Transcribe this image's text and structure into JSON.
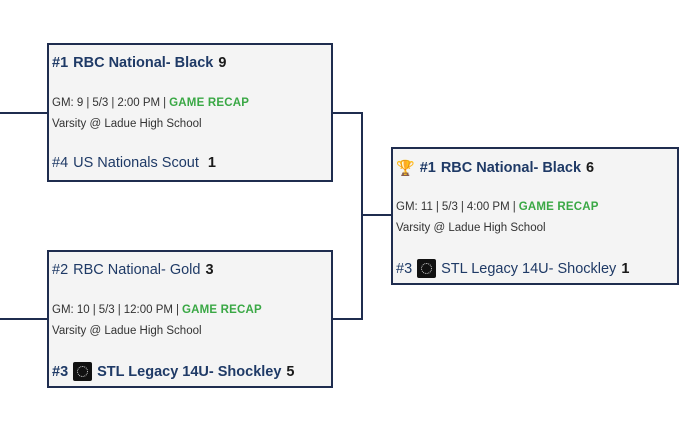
{
  "games": [
    {
      "top": {
        "seed": "#1",
        "name": "RBC National- Black",
        "score": "9"
      },
      "info": {
        "gm": "GM: 9",
        "date": "5/3",
        "time": "2:00 PM",
        "recap": "GAME RECAP",
        "location": "Varsity @ Ladue High School"
      },
      "bottom": {
        "seed": "#4",
        "name": "US Nationals Scout",
        "score": "1"
      }
    },
    {
      "top": {
        "seed": "#2",
        "name": "RBC National- Gold",
        "score": "3"
      },
      "info": {
        "gm": "GM: 10",
        "date": "5/3",
        "time": "12:00 PM",
        "recap": "GAME RECAP",
        "location": "Varsity @ Ladue High School"
      },
      "bottom": {
        "seed": "#3",
        "name": "STL Legacy 14U- Shockley",
        "score": "5",
        "logo": "team-logo"
      }
    },
    {
      "top": {
        "seed": "#1",
        "name": "RBC National- Black",
        "score": "6",
        "icon": "trophy-icon"
      },
      "info": {
        "gm": "GM: 11",
        "date": "5/3",
        "time": "4:00 PM",
        "recap": "GAME RECAP",
        "location": "Varsity @ Ladue High School"
      },
      "bottom": {
        "seed": "#3",
        "name": "STL Legacy 14U- Shockley",
        "score": "1",
        "logo": "team-logo"
      }
    }
  ],
  "colors": {
    "border": "#1f2d4f",
    "recap": "#3aa845",
    "team": "#1f3a66",
    "trophy": "#d9a520"
  }
}
